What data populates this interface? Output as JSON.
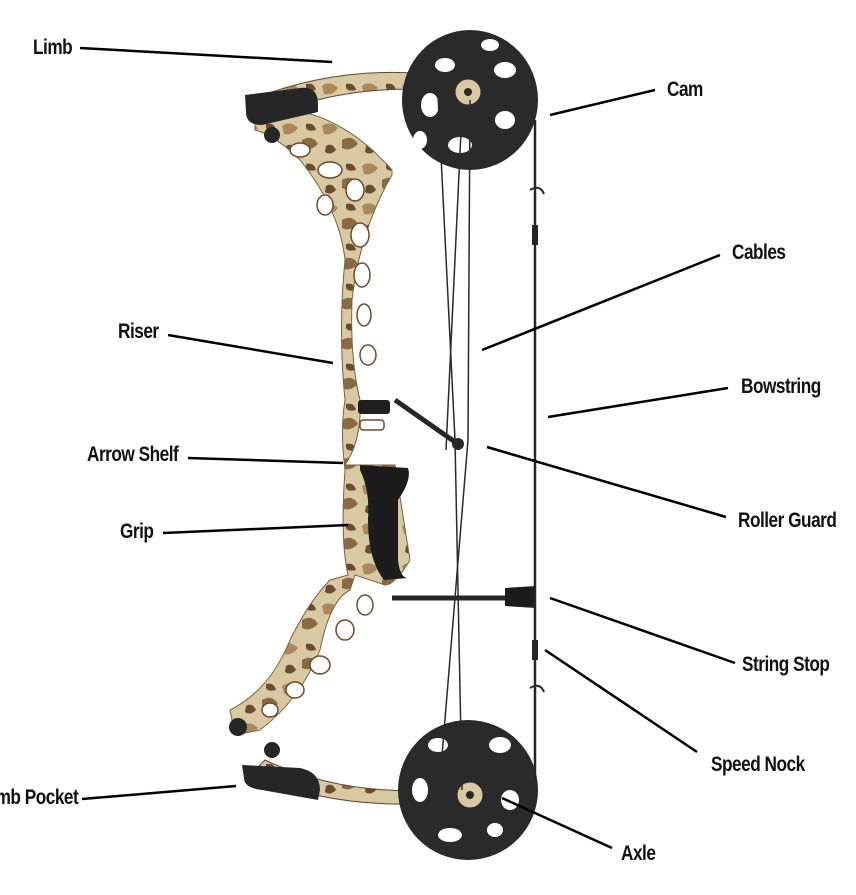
{
  "labels": {
    "limb": "Limb",
    "cam": "Cam",
    "cables": "Cables",
    "riser": "Riser",
    "bowstring": "Bowstring",
    "arrow_shelf": "Arrow Shelf",
    "roller_guard": "Roller Guard",
    "grip": "Grip",
    "string_stop": "String Stop",
    "speed_nock": "Speed Nock",
    "limb_pocket": "Limb Pocket",
    "axle": "Axle"
  },
  "colors": {
    "camo_light": "#d9c9a3",
    "camo_mid": "#a98a5c",
    "camo_dark": "#6b4a2e",
    "hardware": "#262626",
    "leader_line": "#000000"
  }
}
